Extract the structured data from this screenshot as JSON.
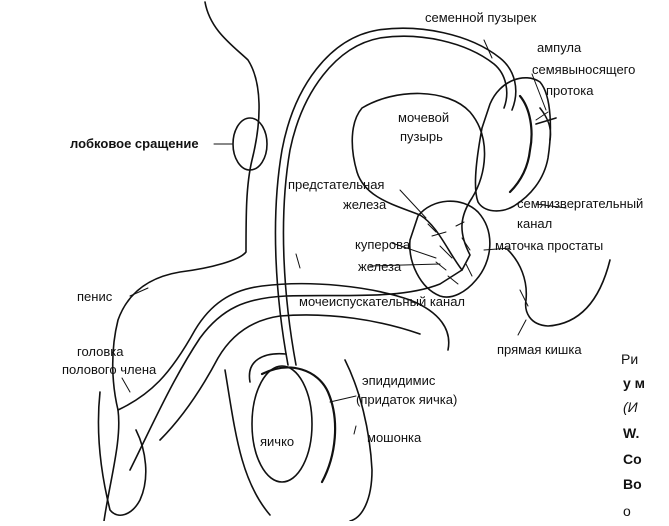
{
  "labels": {
    "seminal_vesicle": "семенной пузырек",
    "ampulla": [
      "ампула",
      "семявыносящего",
      "протока"
    ],
    "bladder": [
      "мочевой",
      "пузырь"
    ],
    "pubic_symphysis": "лобковое сращение",
    "prostate": [
      "предстательная",
      "железа"
    ],
    "ejaculatory_duct": [
      "семяизвергательный",
      "канал"
    ],
    "utricle": "маточка простаты",
    "cowper": [
      "куперова",
      "железа"
    ],
    "penis": "пенис",
    "urethra": "мочеиспускательный канал",
    "rectum": "прямая кишка",
    "glans": [
      "головка",
      "полового члена"
    ],
    "epididymis": [
      "эпидидимис",
      "(придаток яичка)"
    ],
    "testis": "яичко",
    "scrotum": "мошонка"
  },
  "caption": {
    "line1": "Ри",
    "line2": "у м",
    "line3": "(И",
    "line4": "W.",
    "line5": "Co",
    "line6": "Bo",
    "line7": "o"
  }
}
